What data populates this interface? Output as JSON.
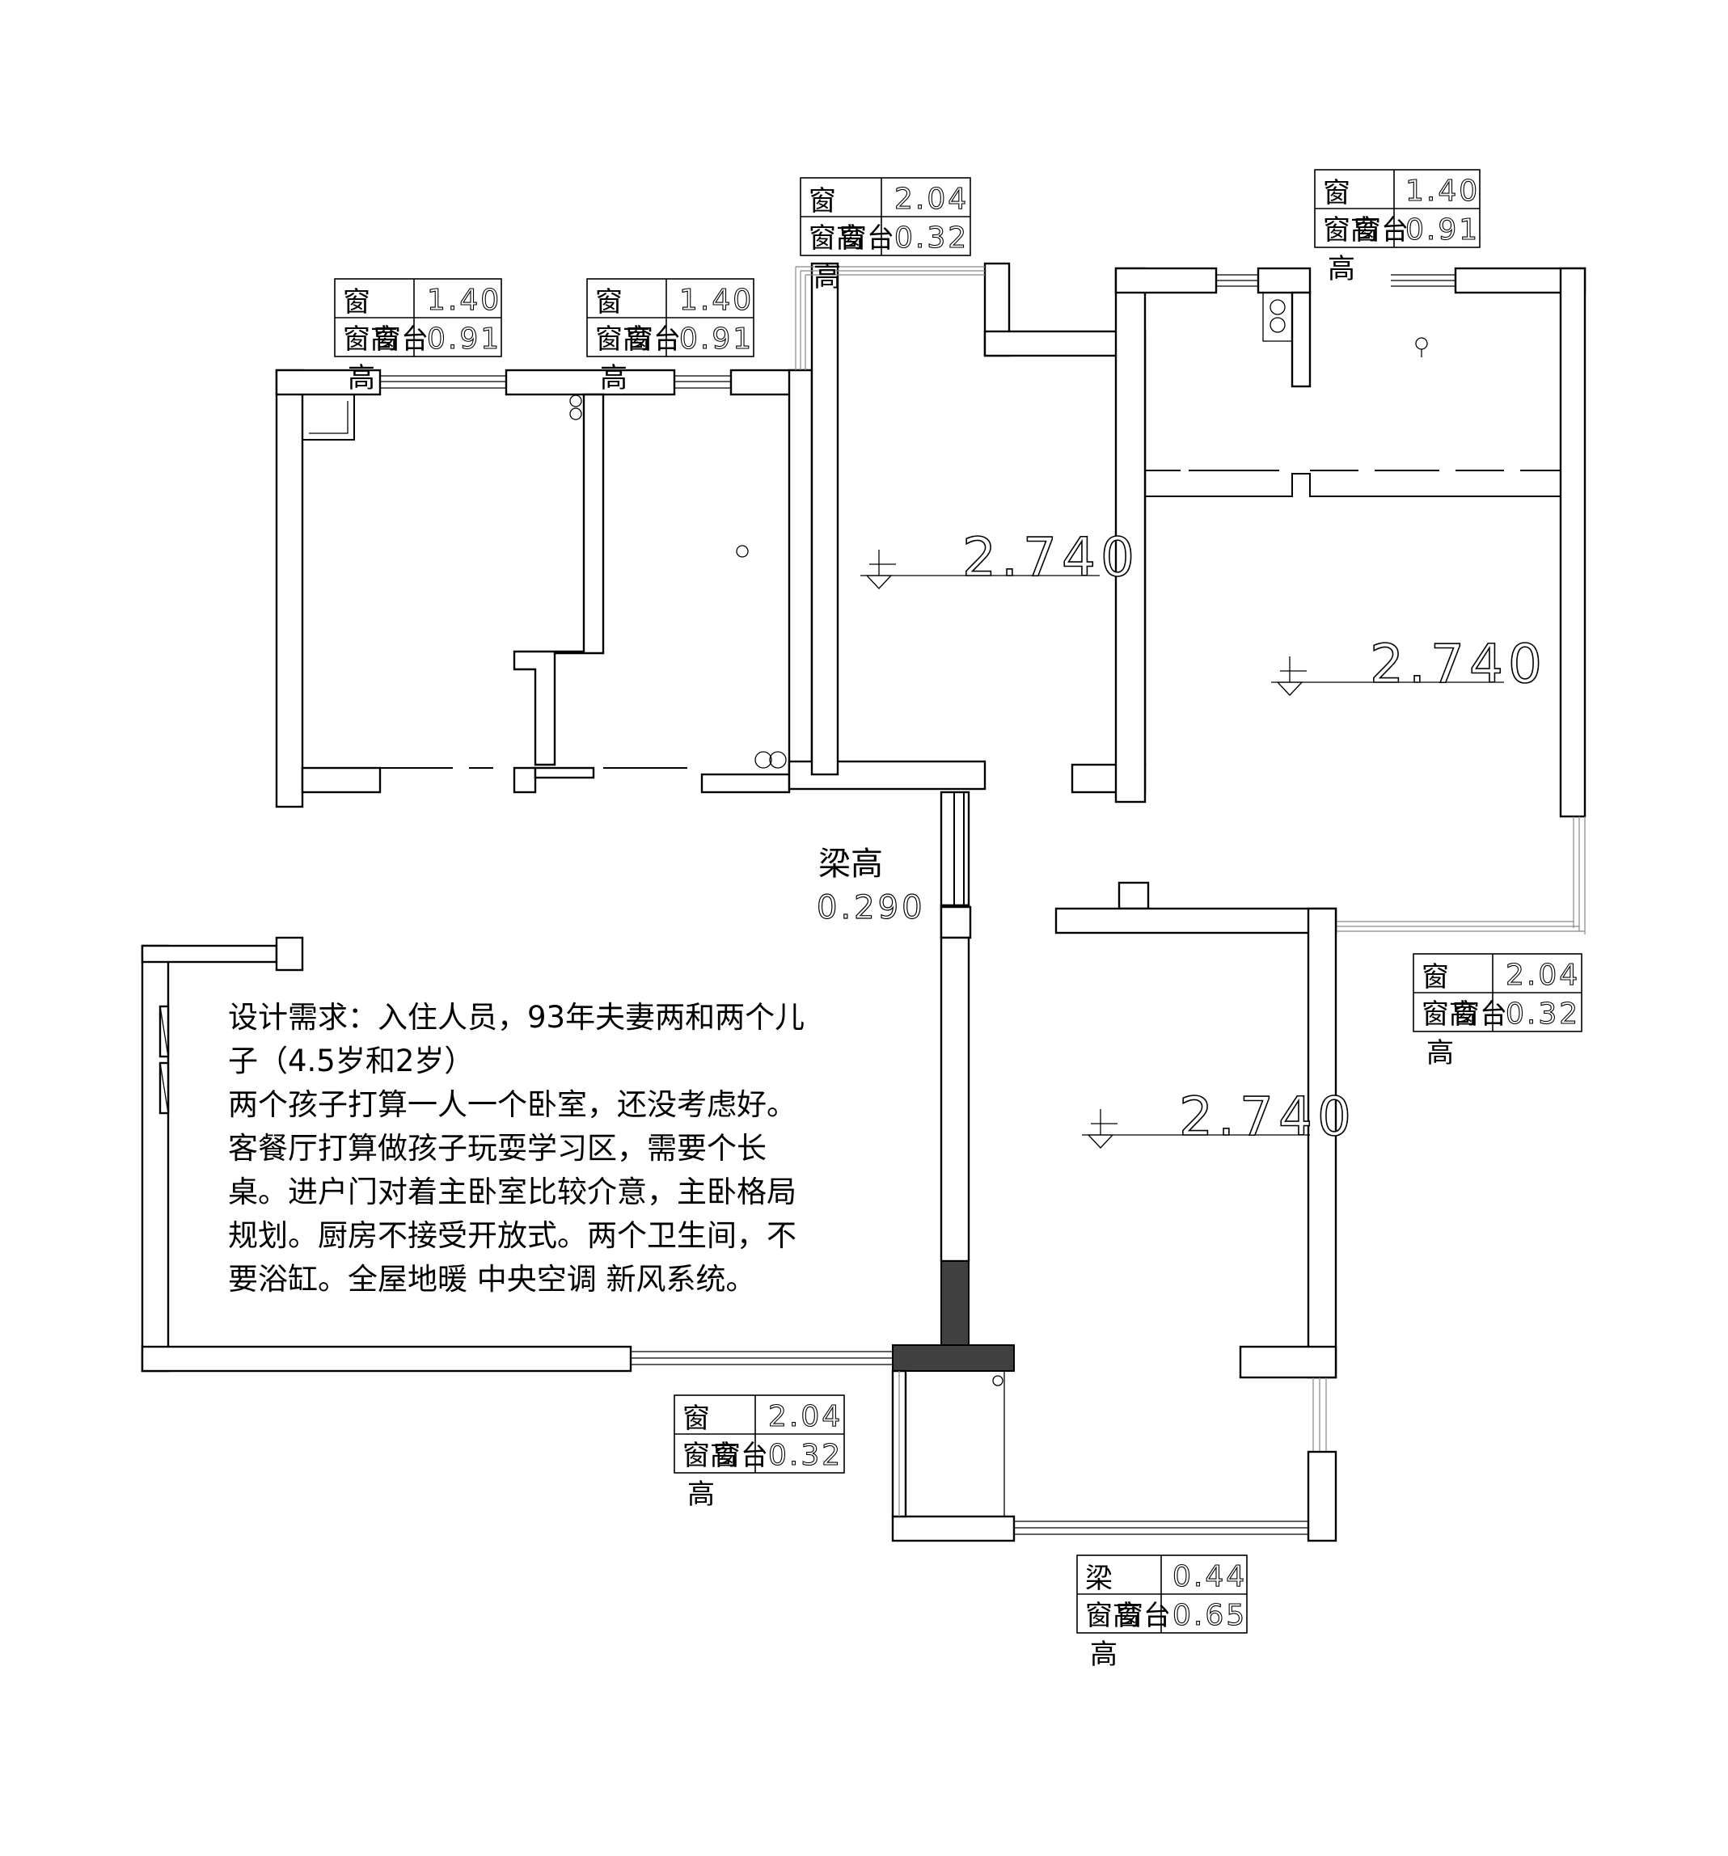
{
  "window_tables": [
    {
      "id": "t1",
      "label_top": "窗",
      "label_bottom": "窗台",
      "overlay": "窗高",
      "tail": "高",
      "value_top": "1.40",
      "value_bottom": "0.91"
    },
    {
      "id": "t2",
      "label_top": "窗",
      "label_bottom": "窗台",
      "overlay": "窗高",
      "tail": "高",
      "value_top": "1.40",
      "value_bottom": "0.91"
    },
    {
      "id": "t3",
      "label_top": "窗",
      "label_bottom": "窗台",
      "overlay": "窗高",
      "tail": "高",
      "value_top": "2.04",
      "value_bottom": "0.32"
    },
    {
      "id": "t4",
      "label_top": "窗",
      "label_bottom": "窗台",
      "overlay": "窗高",
      "tail": "高",
      "value_top": "1.40",
      "value_bottom": "0.91"
    },
    {
      "id": "t5",
      "label_top": "窗",
      "label_bottom": "窗台",
      "overlay": "窗高",
      "tail": "高",
      "value_top": "2.04",
      "value_bottom": "0.32"
    },
    {
      "id": "t6",
      "label_top": "窗",
      "label_bottom": "窗台",
      "overlay": "窗高",
      "tail": "高",
      "value_top": "2.04",
      "value_bottom": "0.32"
    },
    {
      "id": "t7",
      "label_top": "梁",
      "label_bottom": "窗台",
      "overlay": "窗高",
      "tail": "高",
      "value_top": "0.44",
      "value_bottom": "0.65"
    }
  ],
  "elevations": [
    "2.740",
    "2.740",
    "2.740"
  ],
  "beam": {
    "label": "梁高",
    "value": "0.290"
  },
  "design_note": {
    "lines": [
      "设计需求：入住人员，93年夫妻两和两个儿",
      "子（4.5岁和2岁）",
      "两个孩子打算一人一个卧室，还没考虑好。",
      "客餐厅打算做孩子玩耍学习区，需要个长",
      "桌。进户门对着主卧室比较介意，主卧格局",
      "规划。厨房不接受开放式。两个卫生间，不",
      "要浴缸。全屋地暖 中央空调 新风系统。"
    ]
  }
}
